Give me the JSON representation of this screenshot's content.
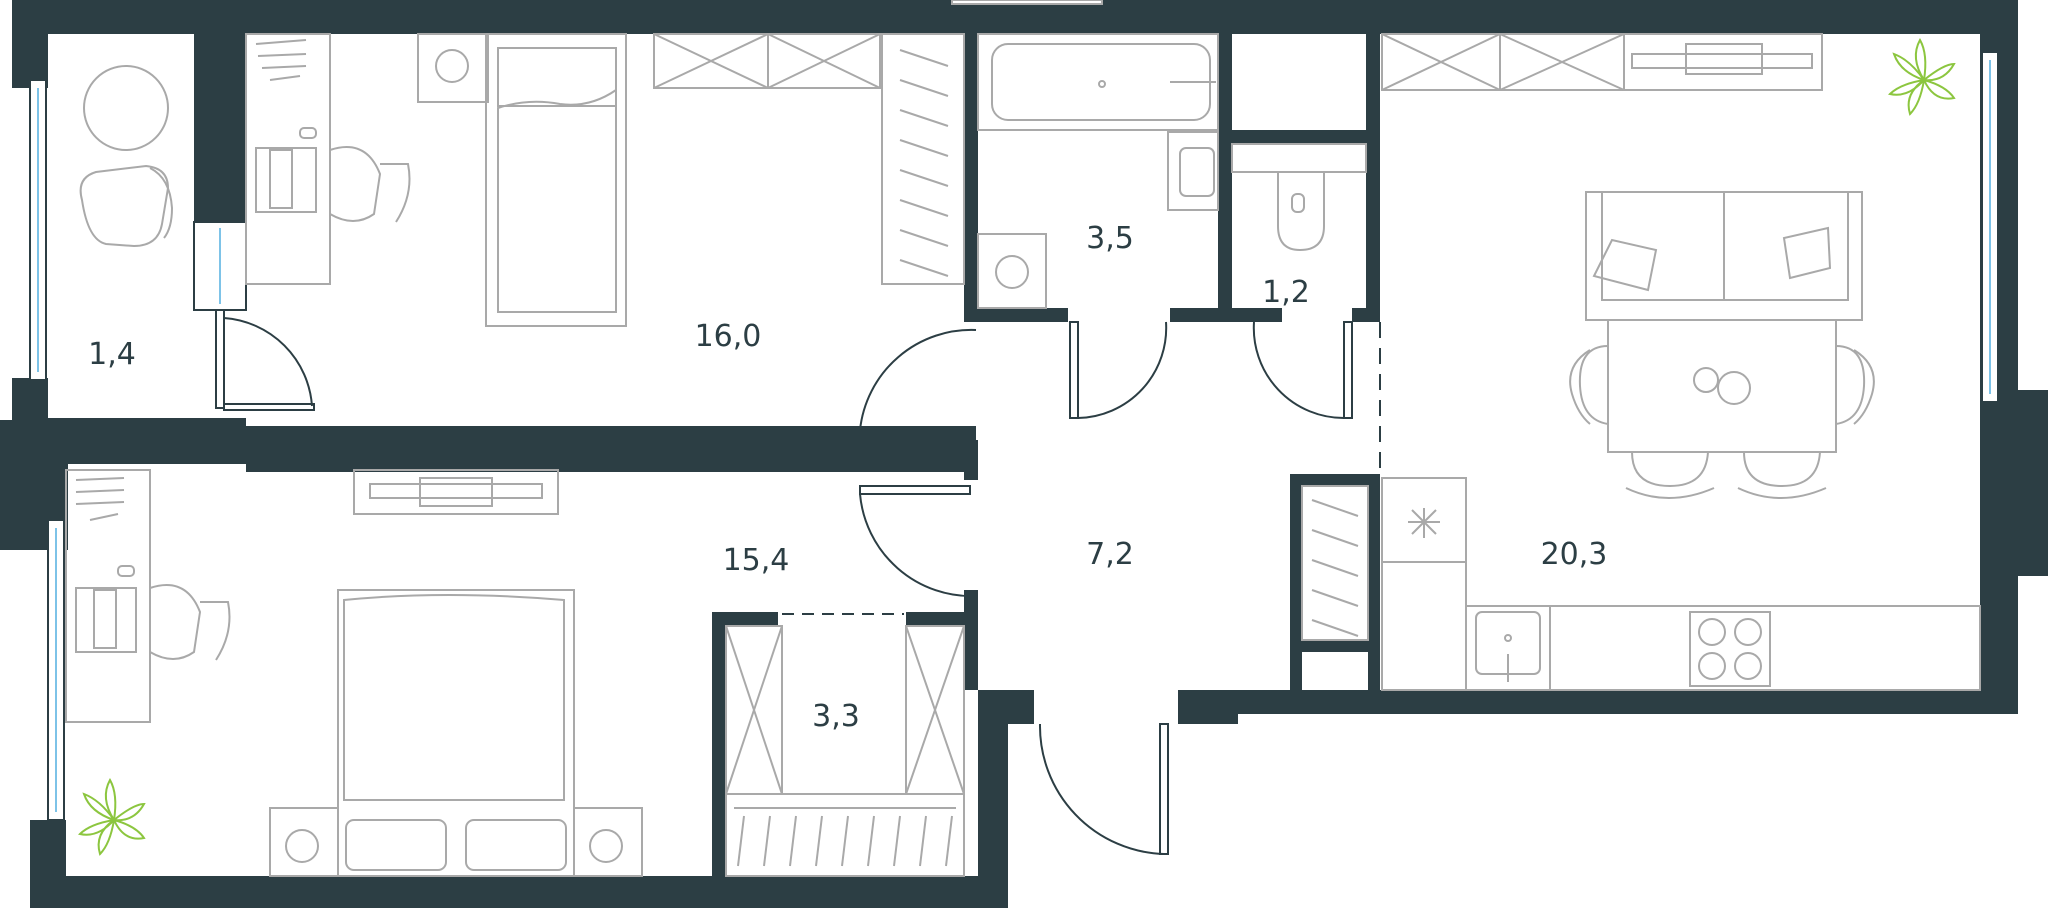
{
  "rooms": {
    "balcony": {
      "area": "1,4"
    },
    "bedroom_kids": {
      "area": "16,0"
    },
    "bathroom": {
      "area": "3,5"
    },
    "toilet": {
      "area": "1,2"
    },
    "kitchen_living": {
      "area": "20,3"
    },
    "hallway": {
      "area": "7,2"
    },
    "bedroom_master": {
      "area": "15,4"
    },
    "wardrobe": {
      "area": "3,3"
    }
  },
  "colors": {
    "wall": "#2c3e44",
    "furniture_stroke": "#a9a9a9",
    "window_glass": "#7dc3e8",
    "plant": "#8cc63f",
    "background": "#ffffff"
  }
}
